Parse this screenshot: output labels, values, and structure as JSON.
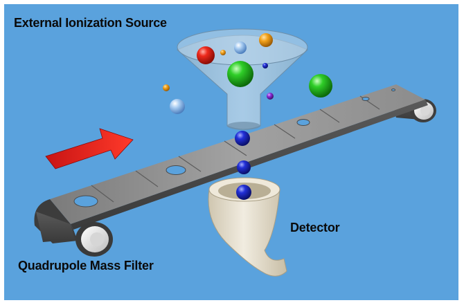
{
  "labels": {
    "source": "External Ionization Source",
    "filter": "Quadrupole Mass Filter",
    "detector": "Detector"
  },
  "colors": {
    "background": "#5aa2dd",
    "belt": "#8d8d8d",
    "arrow": "#e02020",
    "detector": "#e9e2cf"
  }
}
